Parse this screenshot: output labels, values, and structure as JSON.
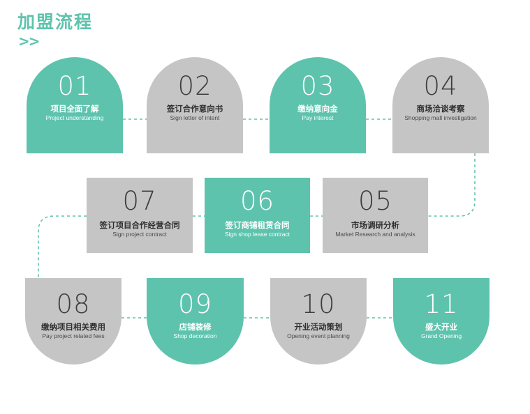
{
  "header": {
    "title": "加盟流程",
    "arrows": ">>"
  },
  "steps": [
    {
      "number": "01",
      "title_zh": "项目全面了解",
      "title_en": "Project understanding",
      "color": "#5ec3ad"
    },
    {
      "number": "02",
      "title_zh": "签订合作意向书",
      "title_en": "Sign letter of intent",
      "color": "#c5c5c5"
    },
    {
      "number": "03",
      "title_zh": "缴纳意向金",
      "title_en": "Pay interest",
      "color": "#5ec3ad"
    },
    {
      "number": "04",
      "title_zh": "商场洽谈考察",
      "title_en": "Shopping mall investigation",
      "color": "#c5c5c5"
    },
    {
      "number": "05",
      "title_zh": "市场调研分析",
      "title_en": "Market Research and analysis",
      "color": "#c5c5c5"
    },
    {
      "number": "06",
      "title_zh": "签订商铺租赁合同",
      "title_en": "Sign shop lease contract",
      "color": "#5ec3ad"
    },
    {
      "number": "07",
      "title_zh": "签订项目合作经营合同",
      "title_en": "Sign project contract",
      "color": "#c5c5c5"
    },
    {
      "number": "08",
      "title_zh": "缴纳项目相关费用",
      "title_en": "Pay project related fees",
      "color": "#c5c5c5"
    },
    {
      "number": "09",
      "title_zh": "店铺装修",
      "title_en": "Shop decoration",
      "color": "#5ec3ad"
    },
    {
      "number": "10",
      "title_zh": "开业活动策划",
      "title_en": "Opening event planning",
      "color": "#c5c5c5"
    },
    {
      "number": "11",
      "title_zh": "盛大开业",
      "title_en": "Grand Opening",
      "color": "#5ec3ad"
    }
  ],
  "connector_color": "#5ec3ad"
}
